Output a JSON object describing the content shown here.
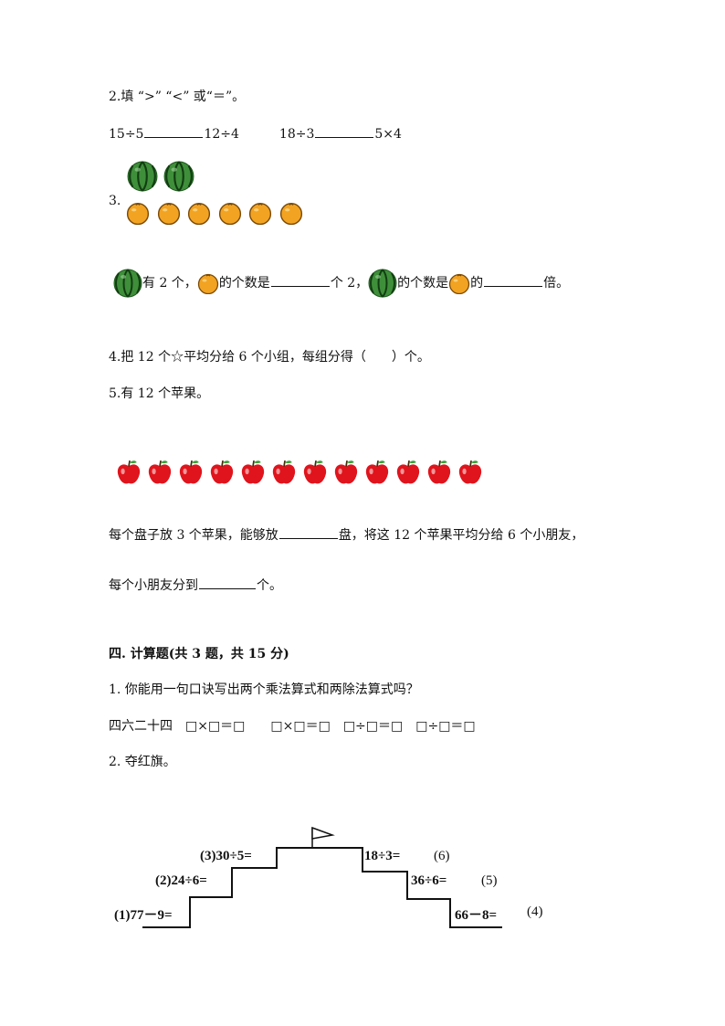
{
  "q2": {
    "title": "2.填 “>” “<” 或“＝”。",
    "expr1_left": "15÷5",
    "expr1_right": "12÷4",
    "expr2_left": "18÷3",
    "expr2_right": "5×4"
  },
  "q3": {
    "number": "3.",
    "watermelon_count": 2,
    "orange_count": 6,
    "t1": "有 2 个，",
    "t2": "的个数是",
    "t3": "个 2，",
    "t4": "的个数是",
    "t5": "的",
    "t6": "倍。",
    "colors": {
      "watermelon": "#3f8f3a",
      "orange": "#f2a322"
    }
  },
  "q4": {
    "text": "4.把 12 个☆平均分给 6 个小组，每组分得（　　）个。"
  },
  "q5": {
    "title": "5.有 12 个苹果。",
    "apple_count": 12,
    "line1_a": "每个盘子放 3 个苹果，能够放",
    "line1_b": "盘，将这 12 个苹果平均分给 6 个小朋友，",
    "line2_a": "每个小朋友分到",
    "line2_b": "个。",
    "colors": {
      "apple": "#e0141c"
    }
  },
  "section4": {
    "heading": "四. 计算题(共 3 题，共 15 分)",
    "q1_text": "1. 你能用一句口诀写出两个乘法算式和两除法算式吗？",
    "q1_row": "四六二十四　□×□＝□　　□×□＝□　□÷□＝□　□÷□＝□",
    "q2_text": "2. 夺红旗。"
  },
  "stairs": {
    "s1": "(1)77－9=",
    "s2": "(2)24÷6=",
    "s3": "(3)30÷5=",
    "s4": "18÷3=",
    "s4_num": "(6)",
    "s5": "36÷6=",
    "s5_num": "(5)",
    "s6": "66－8=",
    "s6_num": "(4)"
  }
}
